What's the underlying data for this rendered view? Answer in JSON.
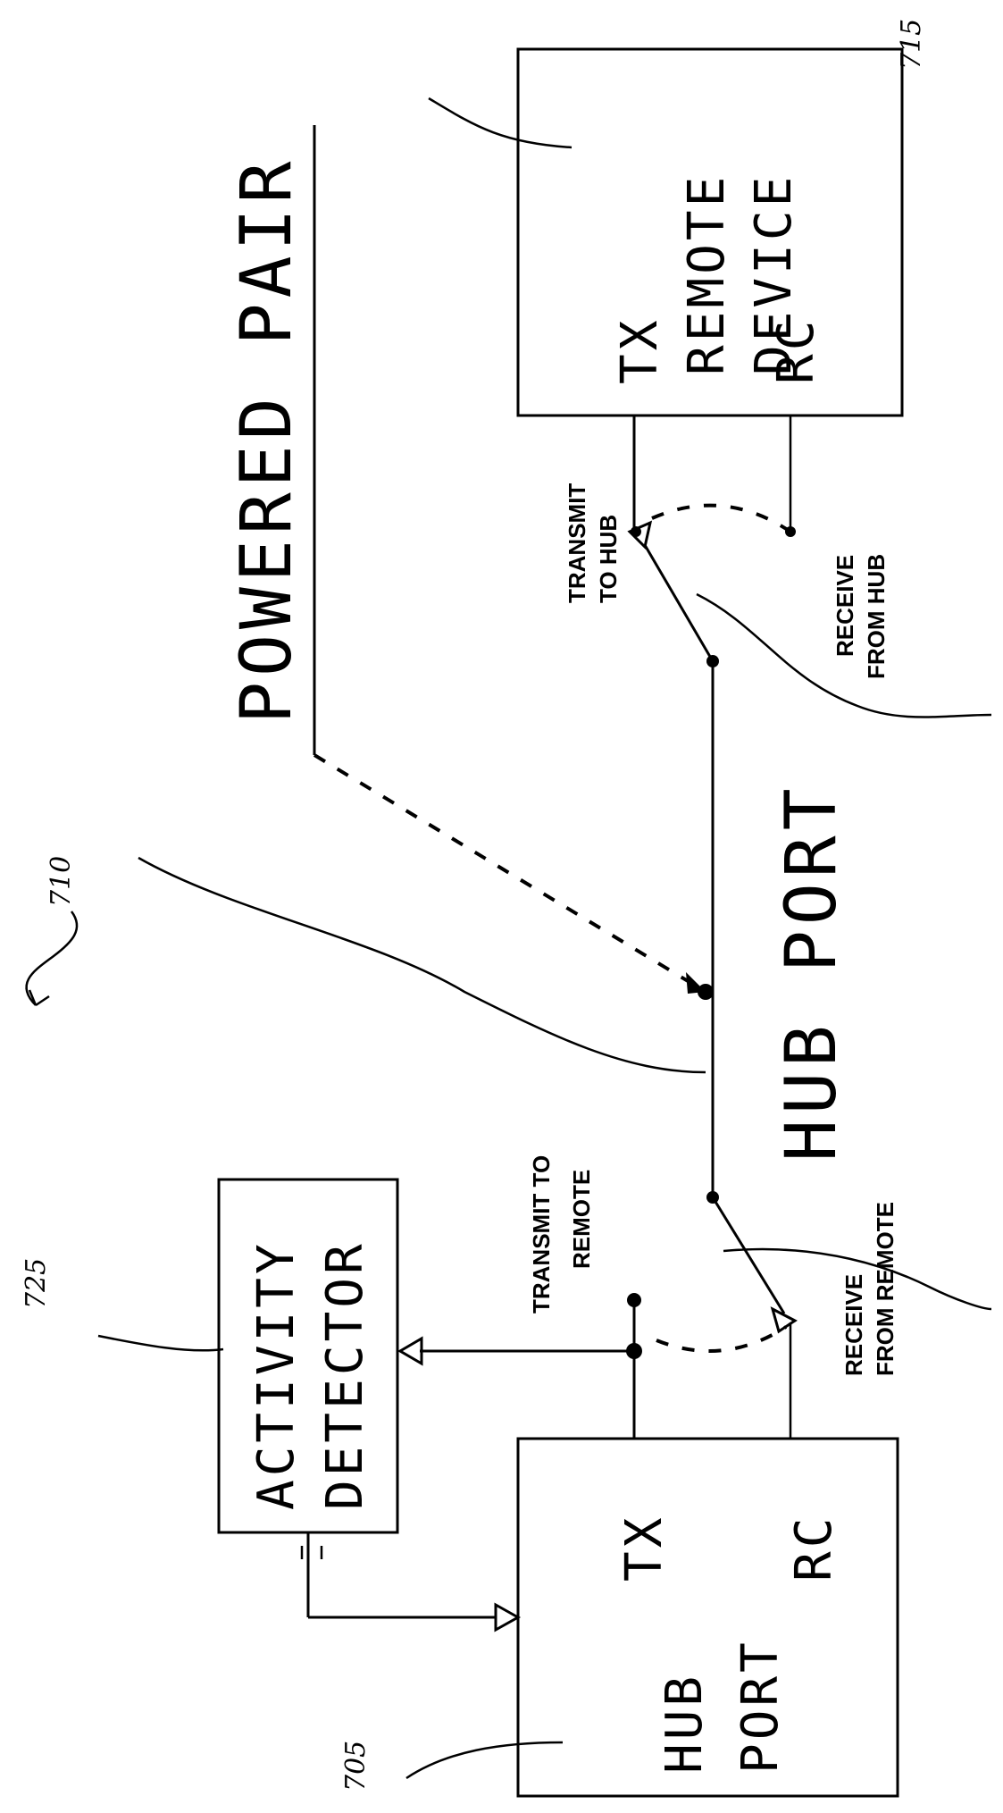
{
  "title": "POWERED PAIR",
  "boxes": {
    "remote_device": {
      "line1": "REMOTE",
      "line2": "DEVICE",
      "tx": "TX",
      "rc": "RC"
    },
    "hub_port": {
      "line1": "HUB",
      "line2": "PORT",
      "tx": "TX",
      "rc": "RC"
    },
    "activity_detector": {
      "line1": "ACTIVITY",
      "line2": "DETECTOR"
    }
  },
  "center_label": "HUB PORT",
  "signals": {
    "transmit_to_hub": {
      "line1": "TRANSMIT",
      "line2": "TO HUB"
    },
    "receive_from_hub": {
      "line1": "RECEIVE",
      "line2": "FROM HUB"
    },
    "transmit_to_remote": {
      "line1": "TRANSMIT TO",
      "line2": "REMOTE"
    },
    "receive_from_remote": {
      "line1": "RECEIVE",
      "line2": "FROM REMOTE"
    }
  },
  "refs": {
    "r715": "715",
    "r710": "710",
    "r725": "725",
    "r705": "705"
  }
}
